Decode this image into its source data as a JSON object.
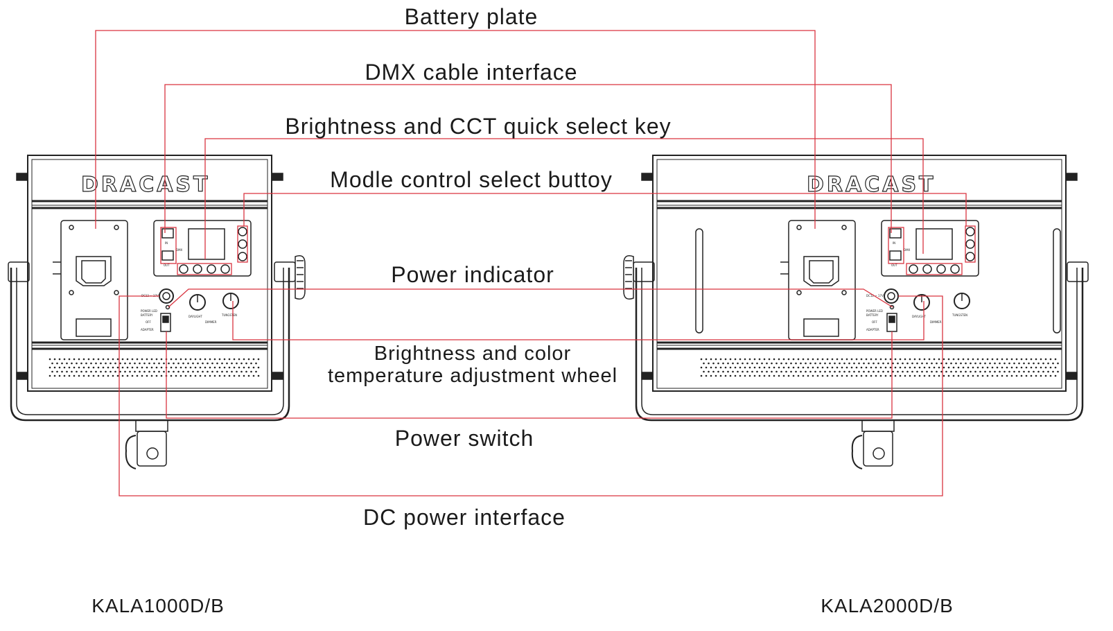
{
  "labels": {
    "battery_plate": "Battery plate",
    "dmx_interface": "DMX cable interface",
    "quick_select": "Brightness and CCT quick select key",
    "mode_select": "Modle control select buttoy",
    "power_indicator": "Power indicator",
    "adjust_wheel_line1": "Brightness and color",
    "adjust_wheel_line2": "temperature adjustment wheel",
    "power_switch": "Power switch",
    "dc_interface": "DC power interface"
  },
  "models": {
    "left": "KALA1000D/B",
    "right": "KALA2000D/B"
  },
  "panel": {
    "brand": "DRACAST",
    "dc_label": "DC12 ~ 17V",
    "power_led": "POWER LED",
    "battery": "BATTERY",
    "off": "OFF",
    "adapter": "ADAPTER",
    "daylight": "DAYLIGHT",
    "tungsten": "TUNGSTEN",
    "dimmer": "DIMMER",
    "dmx_in": "IN",
    "dmx_out": "OUT",
    "dmx": "DMX"
  },
  "colors": {
    "leader_line": "#d9333f",
    "drawing": "#222222"
  }
}
